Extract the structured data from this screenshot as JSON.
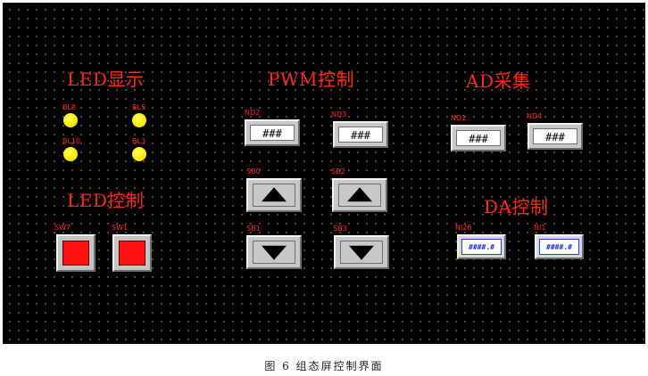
{
  "sections": {
    "led_display": "LED显示",
    "pwm_control": "PWM控制",
    "ad_acquire": "AD采集",
    "led_control": "LED控制",
    "da_control": "DA控制"
  },
  "lamps": [
    {
      "label": "BL8",
      "color": "#ffee00"
    },
    {
      "label": "BL5",
      "color": "#ffee00"
    },
    {
      "label": "BL10",
      "color": "#ffee00"
    },
    {
      "label": "BL3",
      "color": "#ffee00"
    }
  ],
  "switches": [
    {
      "label": "SW7",
      "color": "#ff1010"
    },
    {
      "label": "SW1",
      "color": "#ff1010"
    }
  ],
  "pwm_displays": [
    {
      "label": "ND2",
      "value": "###"
    },
    {
      "label": "ND3",
      "value": "###"
    }
  ],
  "pwm_buttons": [
    {
      "label": "SB0",
      "icon": "up-arrow-icon"
    },
    {
      "label": "SB2",
      "icon": "up-arrow-icon"
    },
    {
      "label": "SB1",
      "icon": "down-arrow-icon"
    },
    {
      "label": "SB3",
      "icon": "down-arrow-icon"
    }
  ],
  "ad_displays": [
    {
      "label": "ND1",
      "value": "###"
    },
    {
      "label": "ND4",
      "value": "###"
    }
  ],
  "da_inputs": [
    {
      "label": "NI26",
      "value": "####.#"
    },
    {
      "label": "NI1",
      "value": "####.#"
    }
  ],
  "caption": "图 6 组态屏控制界面",
  "colors": {
    "background": "#000000",
    "label_red": "#ff2a1a",
    "lamp_yellow": "#ffee00",
    "switch_red": "#ff1010",
    "da_text_blue": "#1a2fd8"
  }
}
